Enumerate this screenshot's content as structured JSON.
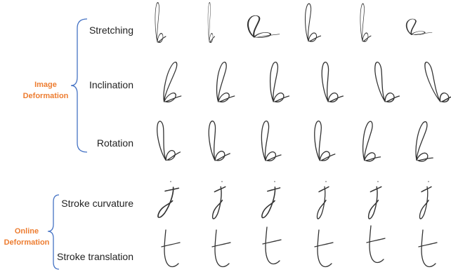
{
  "groups": {
    "image": {
      "line1": "Image",
      "line2": "Deformation"
    },
    "online": {
      "line1": "Online",
      "line2": "Deformation"
    }
  },
  "rows": {
    "stretching": "Stretching",
    "inclination": "Inclination",
    "rotation": "Rotation",
    "stroke_curvature": "Stroke curvature",
    "stroke_translation": "Stroke translation"
  },
  "colors": {
    "group_label": "#ed7d31",
    "image_brace": "#4472c4",
    "online_brace": "#4472c4",
    "ink": "#333333"
  },
  "glyph_icons": [
    "handwritten-b-icon",
    "handwritten-j-icon",
    "handwritten-t-icon"
  ]
}
